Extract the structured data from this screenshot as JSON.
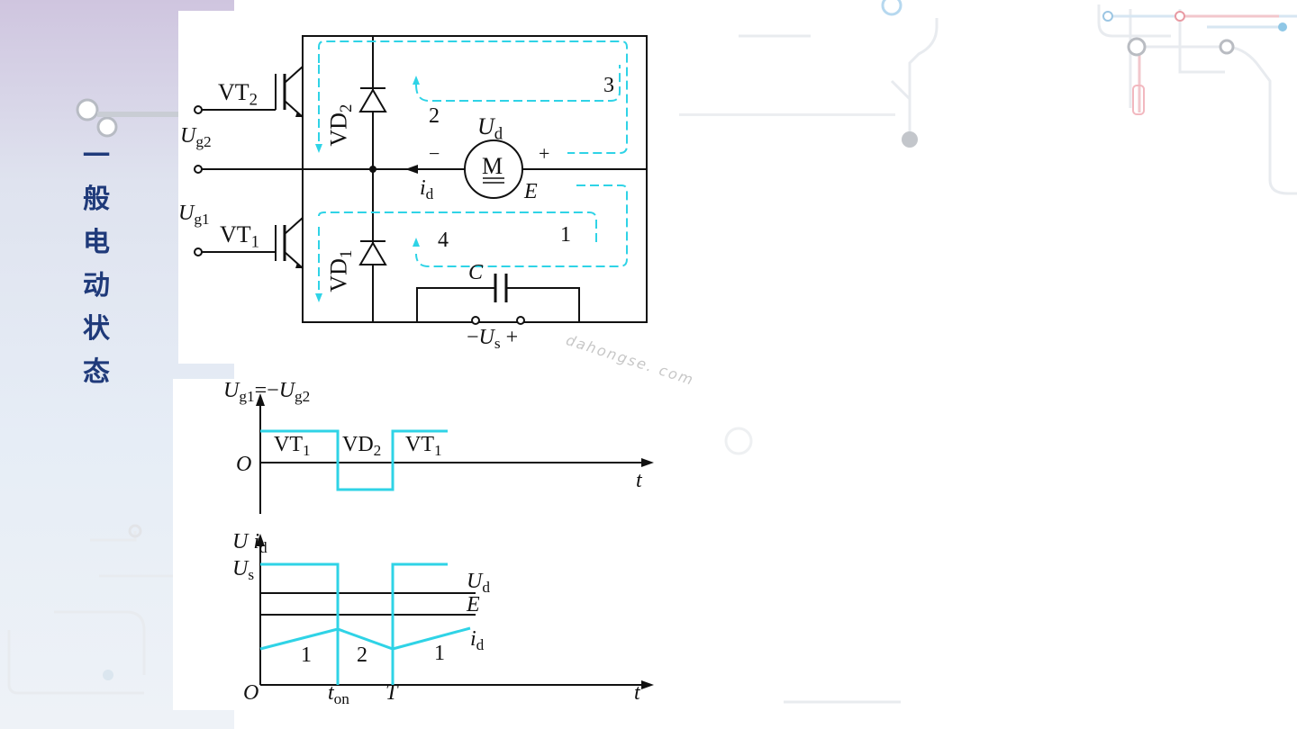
{
  "slide": {
    "title_chars": [
      "一",
      "般",
      "电",
      "动",
      "状",
      "态"
    ],
    "watermark": "dahongse. com"
  },
  "circuit": {
    "vt2": "VT",
    "vt2_sub": "2",
    "vd2": "VD",
    "vd2_sub": "2",
    "ug2": "U",
    "ug2_sub": "g2",
    "ug1": "U",
    "ug1_sub": "g1",
    "vt1": "VT",
    "vt1_sub": "1",
    "vd1": "VD",
    "vd1_sub": "1",
    "path2": "2",
    "path3": "3",
    "path4": "4",
    "path1": "1",
    "ud": "U",
    "ud_sub": "d",
    "motor": "M",
    "minus": "−",
    "plus": "+",
    "id": "i",
    "id_sub": "d",
    "emf": "E",
    "cap": "C",
    "us_minus": "−",
    "us": "U",
    "us_sub": "s",
    "us_plus": "+"
  },
  "waveform_gate": {
    "ylabel_a": "U",
    "ylabel_a_sub": "g1",
    "ylabel_eq": "=−",
    "ylabel_b": "U",
    "ylabel_b_sub": "g2",
    "origin": "O",
    "t": "t",
    "seg1": "VT",
    "seg1_sub": "1",
    "seg2": "VD",
    "seg2_sub": "2",
    "seg3": "VT",
    "seg3_sub": "1"
  },
  "waveform_output": {
    "ylabel_u": "U",
    "ylabel_id": "i",
    "ylabel_id_sub": "d",
    "us": "U",
    "us_sub": "s",
    "ud": "U",
    "ud_sub": "d",
    "e": "E",
    "id": "i",
    "id_sub": "d",
    "seg1": "1",
    "seg2": "2",
    "seg3": "1",
    "origin": "O",
    "ton": "t",
    "ton_sub": "on",
    "T": "T",
    "t": "t"
  },
  "colors": {
    "accent": "#2fd3e6",
    "title": "#1f3a7a",
    "line": "#111111"
  }
}
